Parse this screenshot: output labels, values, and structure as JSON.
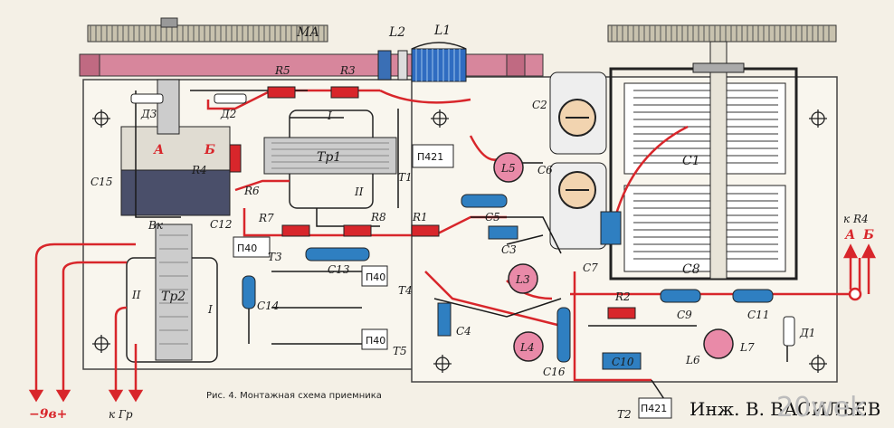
{
  "labels": {
    "ma": "МА",
    "l2": "L2",
    "l1": "L1",
    "r5": "R5",
    "r3": "R3",
    "d3": "Д3",
    "d2": "Д2",
    "c15": "C15",
    "a": "А",
    "b": "Б",
    "r4_left": "R4",
    "r6": "R6",
    "c12": "C12",
    "vk": "Вк",
    "r7": "R7",
    "tr1": "Тр1",
    "tr1_i": "I",
    "tr1_ii": "II",
    "t1": "T1",
    "t1_type": "П421",
    "r1": "R1",
    "r8": "R8",
    "l5": "L5",
    "c6": "C6",
    "c2": "C2",
    "c1": "C1",
    "c8": "C8",
    "c5": "C5",
    "c3": "C3",
    "l3": "L3",
    "c7": "C7",
    "t3": "T3",
    "t3_type": "П40",
    "c13": "C13",
    "t4": "T4",
    "t4_type": "П40",
    "t5": "T5",
    "t5_type": "П40",
    "c14": "C14",
    "tr2": "Тр2",
    "tr2_i": "I",
    "tr2_ii": "II",
    "c4": "C4",
    "l4": "L4",
    "c16": "C16",
    "r2": "R2",
    "c10": "C10",
    "l6": "L6",
    "l7": "L7",
    "c9": "C9",
    "c11": "C11",
    "d1": "Д1",
    "k_r4": "к R4",
    "out_a": "А",
    "out_b": "Б",
    "t2": "T2",
    "t2_type": "П421",
    "batt": "−9в+",
    "k_gr": "к Гр",
    "caption": "Рис. 4. Монтажная схема приемника",
    "author": "Инж. В. ВАСИЛЬЕВ",
    "watermark": "20wek"
  },
  "colors": {
    "board": "#f7f3ea",
    "wire_red": "#d8262b",
    "wire_black": "#1a1a1a",
    "rod": "#d7869c",
    "capacitor_blue": "#2f7fc1",
    "resistor_red": "#d8262b",
    "coil_pink": "#e98aa8"
  }
}
